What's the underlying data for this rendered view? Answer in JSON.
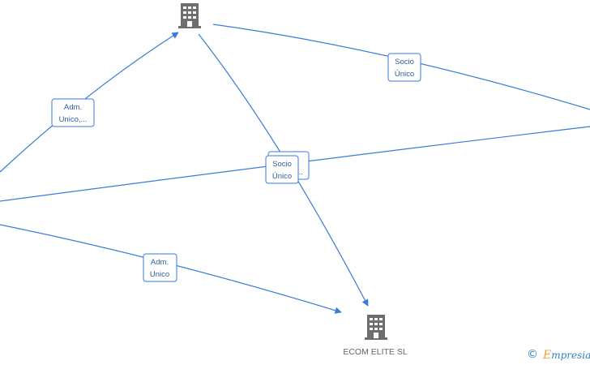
{
  "nodes": {
    "company_top": {
      "label": ""
    },
    "company_main": {
      "label": "ECOM ELITE  SL"
    }
  },
  "edge_labels": {
    "top_right": [
      "Socio",
      "Único"
    ],
    "left_top": [
      "Adm.",
      "Unico,..."
    ],
    "center_back": [
      "",
      "..."
    ],
    "center_front": [
      "Socio",
      "Único"
    ],
    "left_bottom": [
      "Adm.",
      "Unico"
    ]
  },
  "footer": {
    "copyright_symbol": "©",
    "brand_first": "E",
    "brand_rest": "mpresia"
  },
  "colors": {
    "edge": "#3a7bd5",
    "node_icon": "#6e6e6e",
    "brand": "#2f7fc1",
    "brand_accent": "#e8a33c"
  }
}
